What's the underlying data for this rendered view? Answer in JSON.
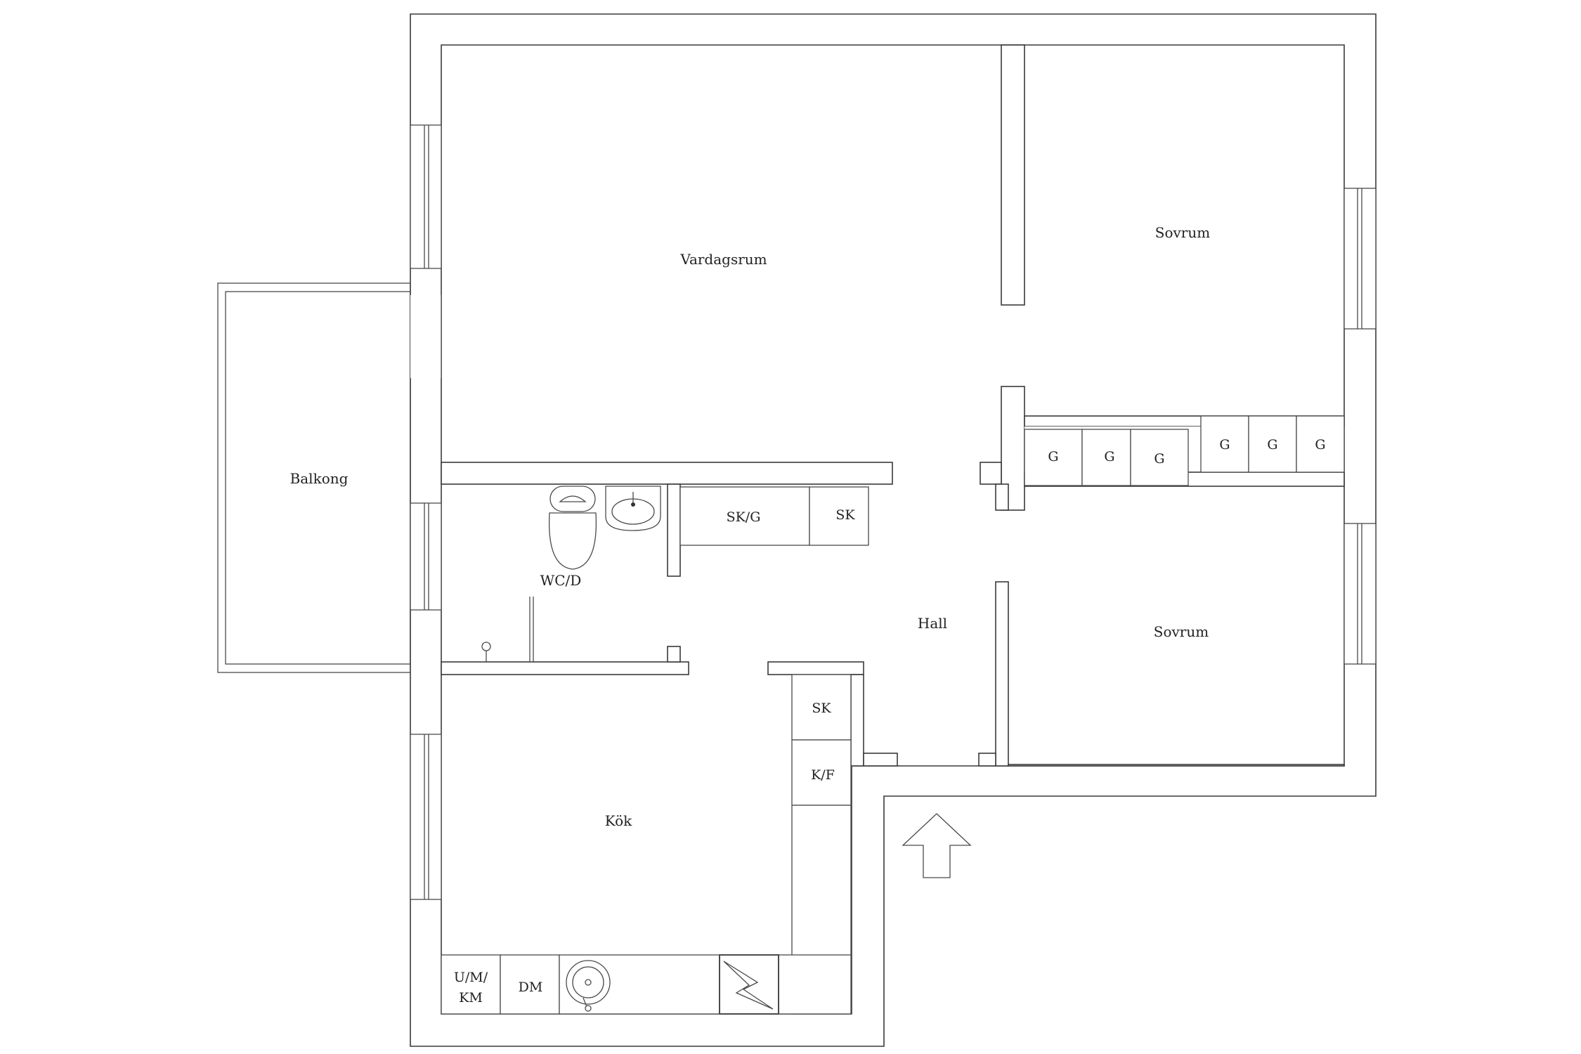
{
  "rooms": {
    "living": "Vardagsrum",
    "bedroom_top": "Sovrum",
    "bedroom_bottom": "Sovrum",
    "balcony": "Balkong",
    "bathroom": "WC/D",
    "hall": "Hall",
    "kitchen": "Kök"
  },
  "fixtures": {
    "closet_sk_g": "SK/G",
    "closet_sk_bath": "SK",
    "closet_sk_kitchen": "SK",
    "fridge_freezer": "K/F",
    "wardrobe_label": "G",
    "washer_line1": "U/M/",
    "washer_line2": "KM",
    "dishwasher": "DM"
  }
}
